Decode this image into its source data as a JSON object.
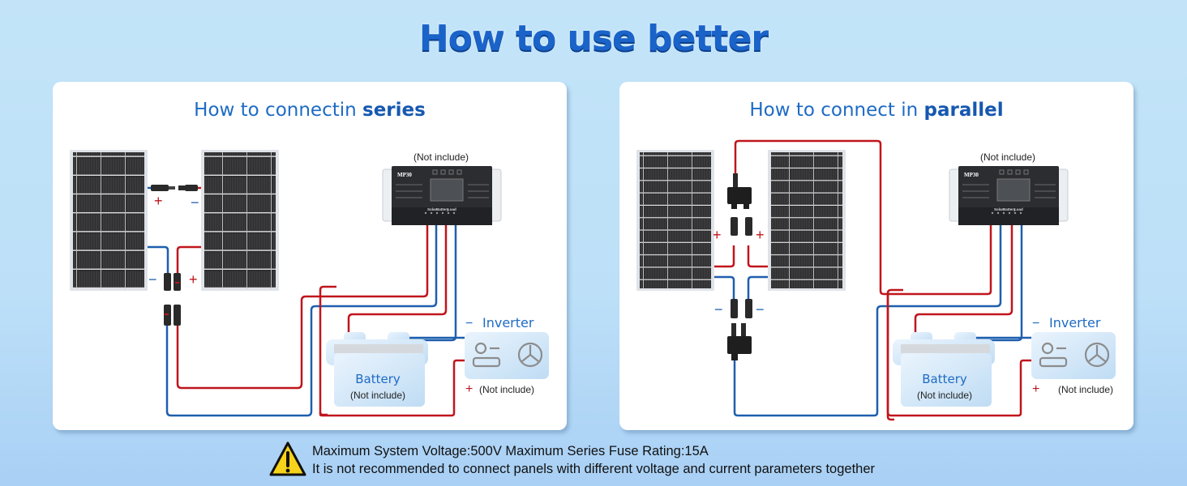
{
  "page": {
    "title": "How to use better",
    "background_color": "#c3e4f8",
    "title_color": "#1a63c9"
  },
  "series_card": {
    "title_prefix": "How to connectin ",
    "title_bold": "series",
    "controller": {
      "note": "(Not include)",
      "model": "MP30",
      "terminal_labels": [
        "Solar",
        "Battery",
        "Load"
      ]
    },
    "panel_left_polarity": [
      "+",
      "−"
    ],
    "panel_right_polarity": [
      "−",
      "+"
    ],
    "battery": {
      "label": "Battery",
      "note": "(Not include)"
    },
    "inverter": {
      "label": "Inverter",
      "minus": "−",
      "plus": "+",
      "note": "(Not include)"
    }
  },
  "parallel_card": {
    "title_prefix": "How to connect in ",
    "title_bold": "parallel",
    "controller": {
      "note": "(Not include)",
      "model": "MP30",
      "terminal_labels": [
        "Solar",
        "Battery",
        "Load"
      ]
    },
    "positive_labels": [
      "+",
      "+"
    ],
    "negative_labels": [
      "−",
      "−"
    ],
    "battery": {
      "label": "Battery",
      "note": "(Not include)"
    },
    "inverter": {
      "label": "Inverter",
      "minus": "−",
      "plus": "+",
      "note": "(Not include)"
    }
  },
  "wire_colors": {
    "positive": "#c0151c",
    "negative": "#1e5fae"
  },
  "warning": {
    "icon": "warning-triangle-icon",
    "line1": "Maximum System Voltage:500V  Maximum Series Fuse Rating:15A",
    "line2": "It is not recommended to connect panels with different voltage and current parameters together"
  }
}
